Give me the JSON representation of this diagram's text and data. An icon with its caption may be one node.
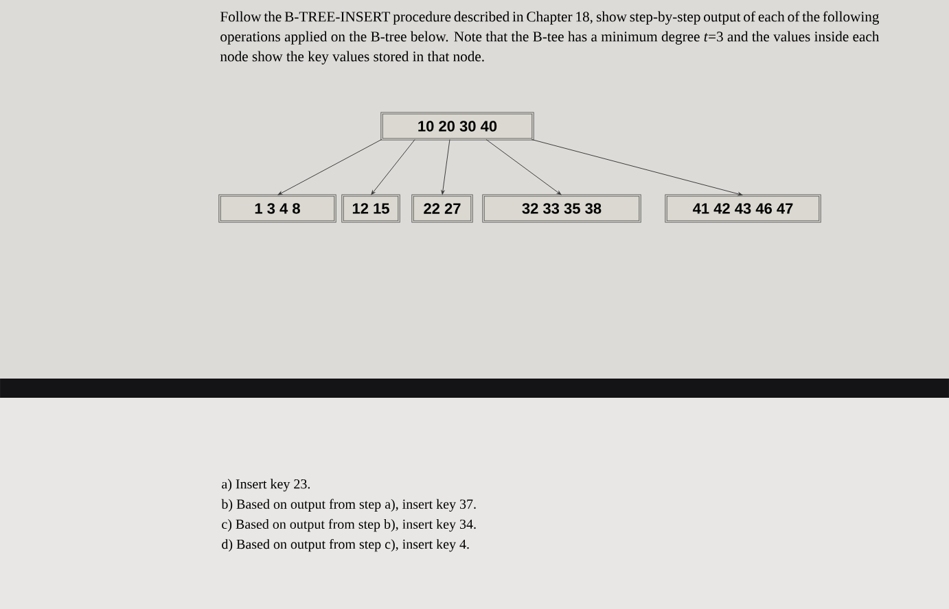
{
  "diagram": {
    "nodes": [
      {
        "text": [
          "10 20 30 40"
        ]
      },
      {
        "text": [
          "1 3 4 8"
        ]
      },
      {
        "text": [
          "12 15"
        ]
      },
      {
        "text": [
          "22 27"
        ]
      },
      {
        "text": [
          "32 33 35 38"
        ]
      },
      {
        "text": [
          "41 42 43 46 47"
        ]
      }
    ],
    "edges": [
      {
        "from": 0,
        "to": 1,
        "arrow": "to"
      },
      {
        "from": 0,
        "to": 2,
        "arrow": "to"
      },
      {
        "from": 0,
        "to": 3,
        "arrow": "to"
      },
      {
        "from": 0,
        "to": 4,
        "arrow": "to"
      },
      {
        "from": 0,
        "to": 5,
        "arrow": "to"
      }
    ],
    "labels": [
      "Follow the B-TREE-INSERT procedure described in Chapter 18, show step-by-step output of each of the following operations applied on the B-tree below. Note that the B-tee has a minimum degree *t*=3 and the values inside each node show the key values stored in that node.",
      "a) Insert key 23.",
      "b) Based on output from step a), insert key 37.",
      "c) Based on output from step b), insert key 34.",
      "d) Based on output from step c), insert key 4."
    ]
  }
}
